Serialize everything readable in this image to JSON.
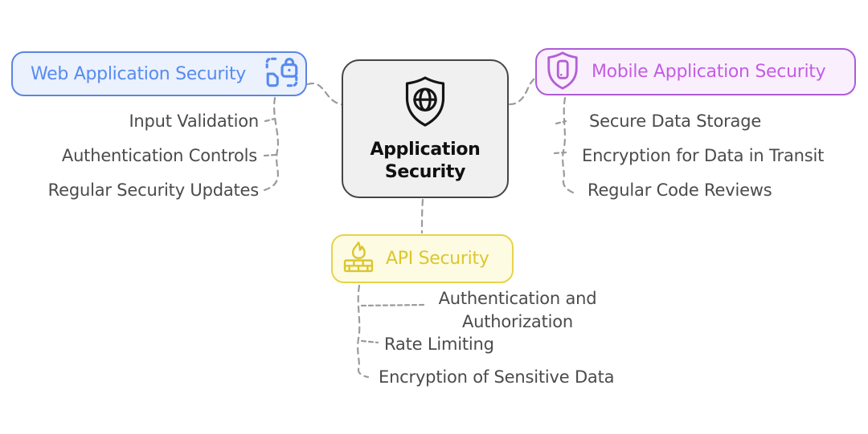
{
  "diagram": {
    "type": "mindmap",
    "background_color": "#ffffff",
    "connector_color": "#9b9b9b",
    "child_text_color": "#4b4b4b",
    "root": {
      "label": "Application Security",
      "icon": "shield-globe-icon",
      "text_color": "#101010",
      "border_color": "#454545",
      "bg_color": "#f0f0f0"
    },
    "branches": [
      {
        "label": "Web Application Security",
        "icon": "secure-file-lock-icon",
        "text_color": "#568bf0",
        "border_color": "#5b84e4",
        "bg_color": "#ebf1fd",
        "children": [
          "Input Validation",
          "Authentication Controls",
          "Regular Security Updates"
        ]
      },
      {
        "label": "Mobile Application Security",
        "icon": "shield-smartphone-icon",
        "text_color": "#c45ce4",
        "border_color": "#ae5bd8",
        "bg_color": "#faf0fd",
        "children": [
          "Secure Data Storage",
          "Encryption for Data in Transit",
          "Regular Code Reviews"
        ]
      },
      {
        "label": "API Security",
        "icon": "firewall-icon",
        "text_color": "#ddc62f",
        "border_color": "#e6d34a",
        "bg_color": "#fdfbe2",
        "children": [
          "Authentication and Authorization",
          "Rate Limiting",
          "Encryption of Sensitive Data"
        ]
      }
    ]
  }
}
